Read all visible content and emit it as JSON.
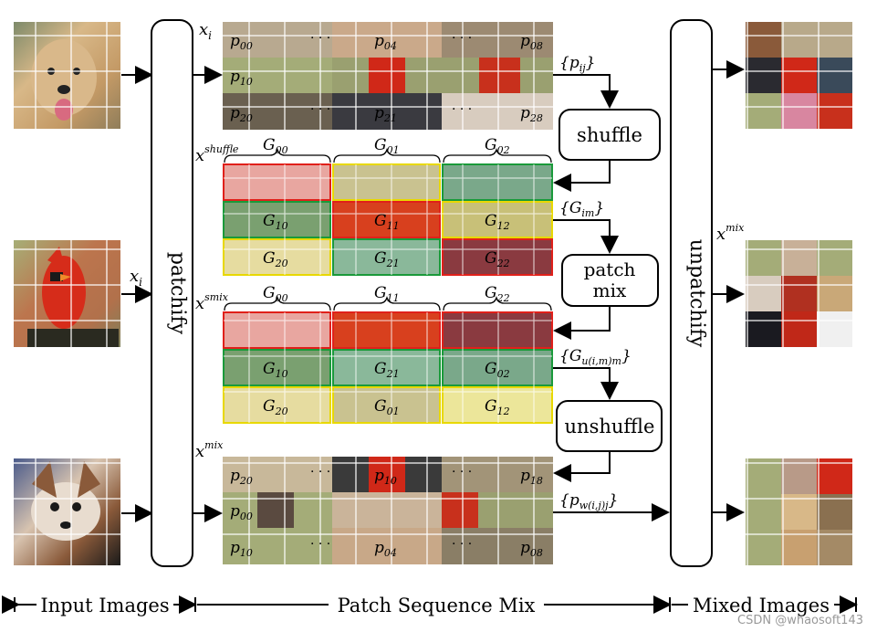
{
  "stages": {
    "patchify": "patchify",
    "unpatchify": "unpatchify",
    "shuffle": "shuffle",
    "patch_mix": [
      "patch",
      "mix"
    ],
    "unshuffle": "unshuffle"
  },
  "labels": {
    "x_i": "x",
    "x_i_sub": "i",
    "x_shuffle_sup": "shuffle",
    "x_smix_sup": "smix",
    "x_mix_sup": "mix",
    "set_pij": "{p",
    "set_pij_sub": "ij",
    "set_pij_end": "}",
    "set_Gim": "{G",
    "set_Gim_sub": "im",
    "set_Gim_end": "}",
    "set_Gu": "{G",
    "set_Gu_sub": "u(i,m)m",
    "set_Gu_end": "}",
    "set_pw": "{p",
    "set_pw_sub": "w(i,j)j",
    "set_pw_end": "}",
    "ellipsis": "· · ·"
  },
  "groups_shuffle_header": [
    "G",
    "G",
    "G"
  ],
  "groups_shuffle_header_sub": [
    "00",
    "01",
    "02"
  ],
  "groups_smix_header": [
    "G",
    "G",
    "G"
  ],
  "groups_smix_header_sub": [
    "00",
    "11",
    "22"
  ],
  "row_patch_labels_top": [
    [
      "p",
      "00",
      "p",
      "04",
      "p",
      "08"
    ],
    [
      "p",
      "10"
    ],
    [
      "p",
      "20",
      "p",
      "21",
      "p",
      "28"
    ]
  ],
  "shuffle_group_labels": [
    [
      "",
      "",
      ""
    ],
    [
      "10",
      "11",
      "12"
    ],
    [
      "20",
      "21",
      "22"
    ]
  ],
  "smix_group_labels": [
    [
      "",
      "",
      ""
    ],
    [
      "10",
      "21",
      "02"
    ],
    [
      "20",
      "01",
      "12"
    ]
  ],
  "mix_patch_labels": [
    [
      "p",
      "20",
      "p",
      "10",
      "p",
      "18"
    ],
    [
      "p",
      "00"
    ],
    [
      "p",
      "10",
      "p",
      "04",
      "p",
      "08"
    ]
  ],
  "bottom_axis": {
    "input": "Input Images",
    "middle": "Patch Sequence Mix",
    "mixed": "Mixed Images"
  },
  "watermark": "CSDN @whaosoft143",
  "colors": {
    "red": "#e0201a",
    "yellow": "#e8d800",
    "green": "#1a9a3a",
    "dog": "#c9a878",
    "bird": "#d83a20",
    "chihuahua": "#8a6a55",
    "grass": "#9aa66a"
  }
}
